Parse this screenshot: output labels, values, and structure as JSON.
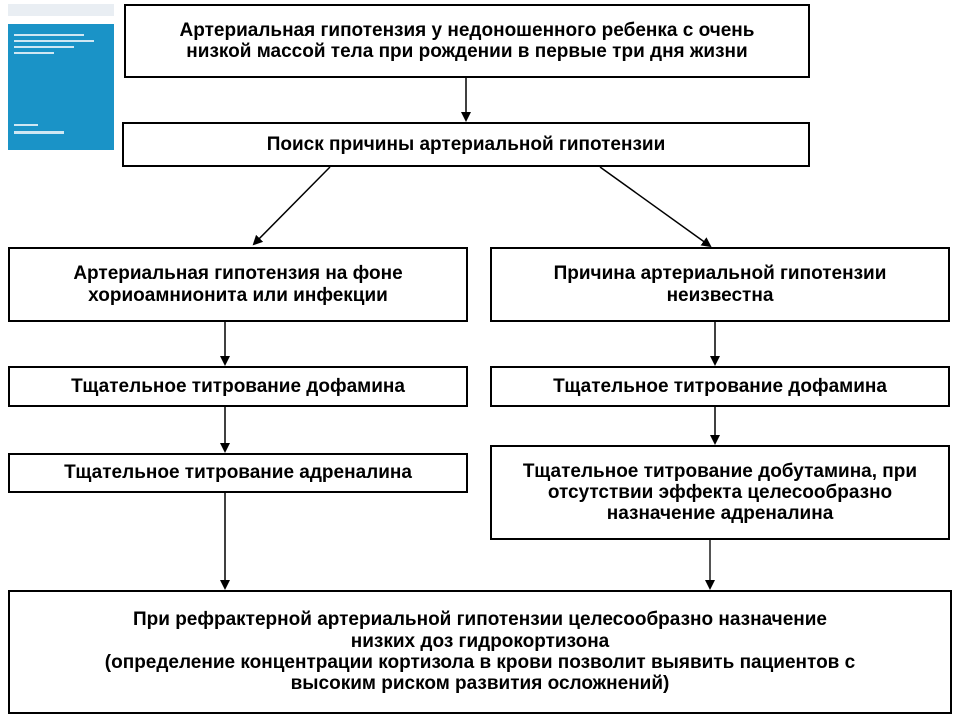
{
  "boxes": {
    "top": "Артериальная гипотензия у недоношенного ребенка с очень низкой массой тела при рождении в первые три дня жизни",
    "search": "Поиск причины артериальной гипотензии",
    "left_cause": "Артериальная гипотензия на фоне хориоамнионита или инфекции",
    "right_cause": "Причина артериальной гипотензии неизвестна",
    "left_dopamine": "Тщательное титрование дофамина",
    "right_dopamine": "Тщательное титрование дофамина",
    "left_adrenaline": "Тщательное титрование адреналина",
    "right_dobutamine": "Тщательное титрование добутамина, при отсутствии эффекта целесообразно назначение адреналина",
    "bottom_line1": "При рефрактерной артериальной гипотензии целесообразно назначение",
    "bottom_line2": "низких доз гидрокортизона",
    "bottom_line3": "(определение концентрации кортизола в крови позволит выявить пациентов с",
    "bottom_line4": "высоким риском развития осложнений)"
  },
  "colors": {
    "cover": "#1a93c7",
    "border": "#000000"
  }
}
